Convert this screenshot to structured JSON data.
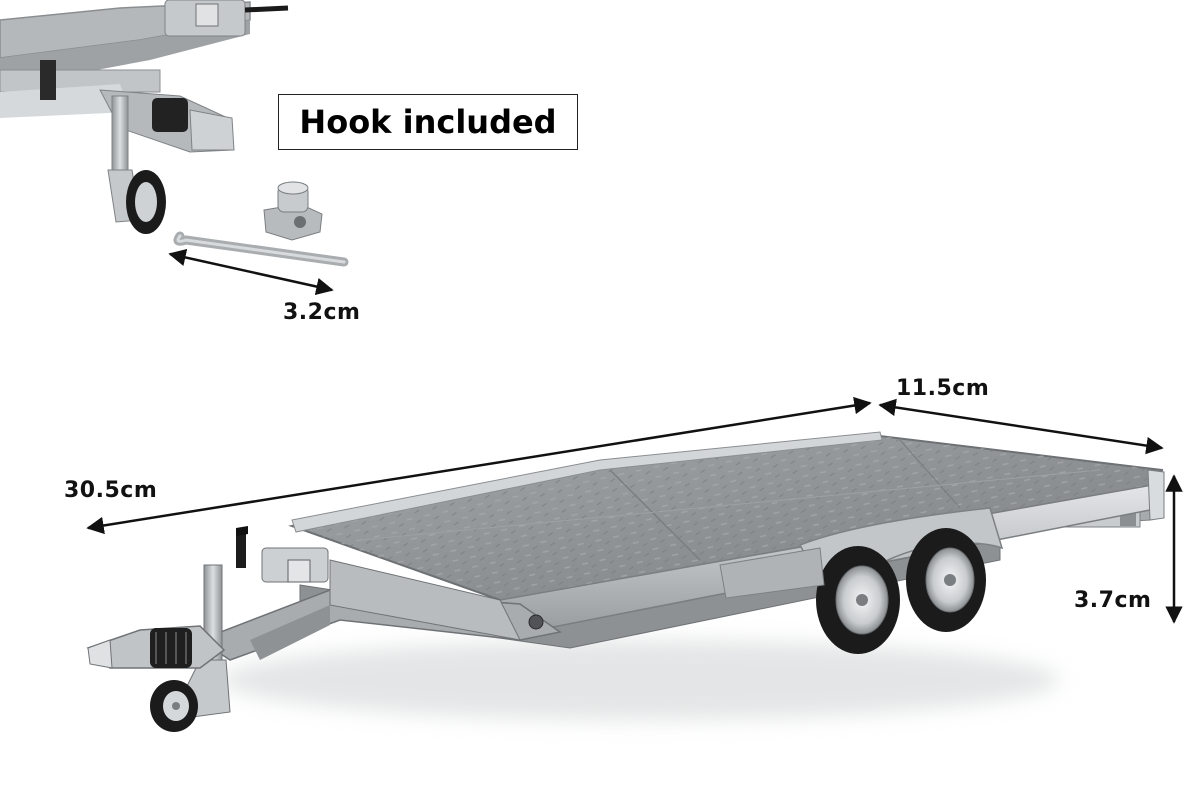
{
  "callout": {
    "text": "Hook included"
  },
  "dimensions": {
    "hook_length": "3.2cm",
    "length": "30.5cm",
    "width": "11.5cm",
    "height": "3.7cm"
  },
  "colors": {
    "metal": "#b9bcbf",
    "deck": "#8d9194",
    "tire": "#1b1b1b",
    "arrow": "#111111"
  }
}
